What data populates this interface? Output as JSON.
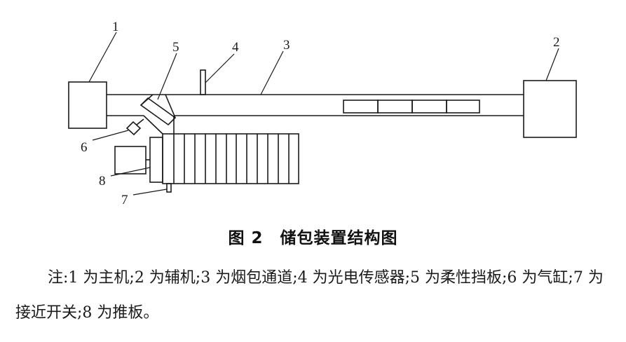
{
  "diagram": {
    "labels": {
      "n1": "1",
      "n2": "2",
      "n3": "3",
      "n4": "4",
      "n5": "5",
      "n6": "6",
      "n7": "7",
      "n8": "8"
    }
  },
  "figure": {
    "caption": "图 2　储包装置结构图",
    "note": "注:1 为主机;2 为辅机;3 为烟包通道;4 为光电传感器;5 为柔性挡板;6 为气缸;7 为接近开关;8 为推板。"
  },
  "colors": {
    "stroke": "#1a1a1a",
    "background": "#ffffff"
  }
}
